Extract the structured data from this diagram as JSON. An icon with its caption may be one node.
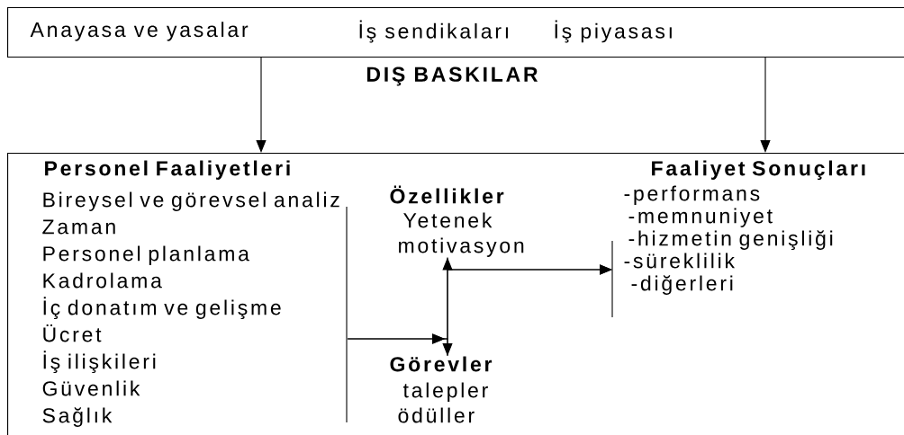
{
  "diagram": {
    "nodes": [
      {
        "text": [
          "Anayasa ve yasalar",
          "İş sendikaları",
          "İş piyasası",
          "DIŞ BASKILAR"
        ]
      },
      {
        "text": [],
        "shape": "box"
      },
      {
        "text": [
          "Personel Faaliyetleri",
          "Bireysel ve görevsel analiz",
          "Zaman",
          "Personel planlama",
          "Kadrolama",
          "İç donatım ve gelişme",
          "Ücret",
          "İş ilişkileri",
          "Güvenlik",
          "Sağlık"
        ],
        "in": 1
      },
      {
        "text": [
          "Özellikler",
          "Yetenek",
          "motivasyon"
        ],
        "in": 1
      },
      {
        "text": [
          "Görevler",
          "talepler",
          "ödüller"
        ],
        "in": 1
      },
      {
        "text": [
          "Faaliyet Sonuçları",
          "-performans",
          "-memnuniyet",
          "-hizmetin genişliği",
          "-süreklilik",
          "-diğerleri"
        ],
        "in": 1
      }
    ],
    "edges": [
      {
        "from": 0,
        "to": 2,
        "arrow": "to"
      },
      {
        "from": 0,
        "to": 5,
        "arrow": "to"
      },
      {
        "from": 2,
        "to": 3,
        "arrow": "to"
      },
      {
        "from": 2,
        "to": 4,
        "arrow": "to"
      },
      {
        "from": 3,
        "to": 5,
        "arrow": "to"
      },
      {
        "from": 4,
        "to": 5,
        "arrow": "to"
      }
    ]
  }
}
